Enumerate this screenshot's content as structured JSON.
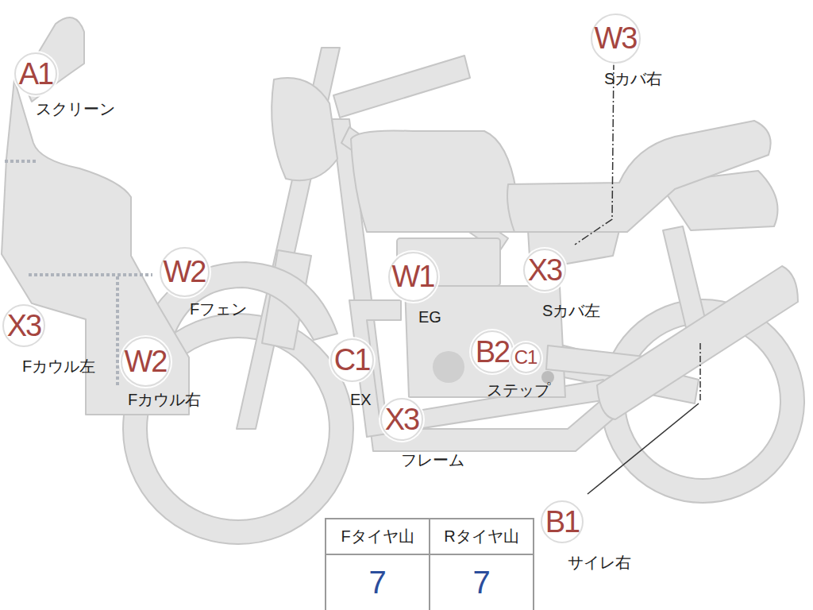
{
  "diagram": {
    "nodes": [
      {
        "text": [
          "W3",
          "Sカバ右"
        ]
      },
      {
        "text": [
          "A1",
          "スクリーン"
        ]
      },
      {
        "text": [
          "W2",
          "Fフェン"
        ]
      },
      {
        "text": [
          "W1",
          "EG"
        ]
      },
      {
        "text": [
          "X3",
          "Sカバ左"
        ]
      },
      {
        "text": [
          "X3",
          "Fカウル左"
        ]
      },
      {
        "text": [
          "W2",
          "Fカウル右"
        ]
      },
      {
        "text": [
          "C1",
          "EX"
        ]
      },
      {
        "text": [
          "B2",
          "ステップ"
        ]
      },
      {
        "text": [
          "C1"
        ]
      },
      {
        "text": [
          "X3",
          "フレーム"
        ]
      },
      {
        "text": [
          "B1",
          "サイレ右"
        ]
      }
    ],
    "labels": [
      "Fタイヤ山",
      "Rタイヤ山",
      "7",
      "7"
    ]
  }
}
